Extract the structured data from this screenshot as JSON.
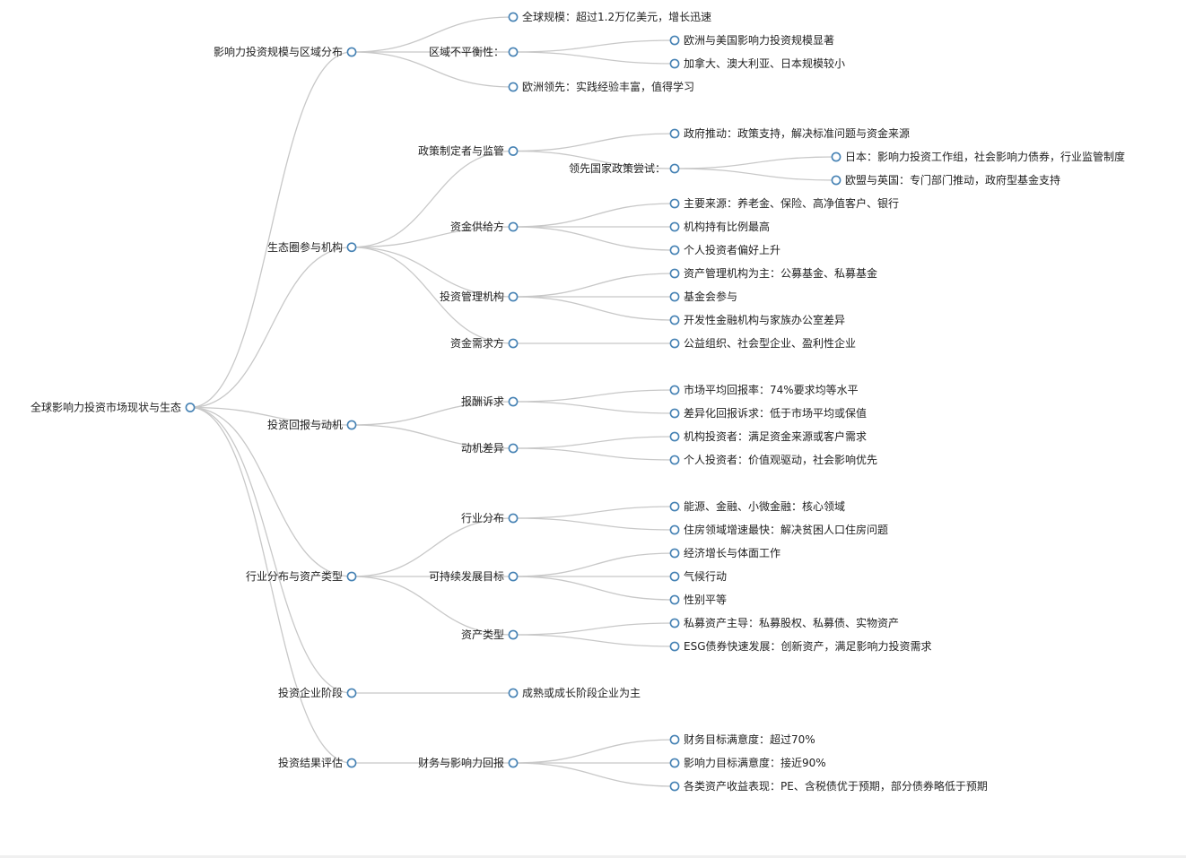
{
  "mindmap": {
    "root": {
      "label": "全球影响力投资市场现状与生态",
      "children": [
        {
          "label": "影响力投资规模与区域分布",
          "children": [
            {
              "label": "全球规模：超过1.2万亿美元，增长迅速"
            },
            {
              "label": "区域不平衡性：",
              "children": [
                {
                  "label": "欧洲与美国影响力投资规模显著"
                },
                {
                  "label": "加拿大、澳大利亚、日本规模较小"
                }
              ]
            },
            {
              "label": "欧洲领先：实践经验丰富，值得学习"
            }
          ]
        },
        {
          "label": "生态圈参与机构",
          "children": [
            {
              "label": "政策制定者与监管",
              "children": [
                {
                  "label": "政府推动：政策支持，解决标准问题与资金来源"
                },
                {
                  "label": "领先国家政策尝试：",
                  "children": [
                    {
                      "label": "日本：影响力投资工作组，社会影响力债券，行业监管制度"
                    },
                    {
                      "label": "欧盟与英国：专门部门推动，政府型基金支持"
                    }
                  ]
                }
              ]
            },
            {
              "label": "资金供给方",
              "children": [
                {
                  "label": "主要来源：养老金、保险、高净值客户、银行"
                },
                {
                  "label": "机构持有比例最高"
                },
                {
                  "label": "个人投资者偏好上升"
                }
              ]
            },
            {
              "label": "投资管理机构",
              "children": [
                {
                  "label": "资产管理机构为主：公募基金、私募基金"
                },
                {
                  "label": "基金会参与"
                },
                {
                  "label": "开发性金融机构与家族办公室差异"
                }
              ]
            },
            {
              "label": "资金需求方",
              "children": [
                {
                  "label": "公益组织、社会型企业、盈利性企业"
                }
              ]
            }
          ]
        },
        {
          "label": "投资回报与动机",
          "children": [
            {
              "label": "报酬诉求",
              "children": [
                {
                  "label": "市场平均回报率：74%要求均等水平"
                },
                {
                  "label": "差异化回报诉求：低于市场平均或保值"
                }
              ]
            },
            {
              "label": "动机差异",
              "children": [
                {
                  "label": "机构投资者：满足资金来源或客户需求"
                },
                {
                  "label": "个人投资者：价值观驱动，社会影响优先"
                }
              ]
            }
          ]
        },
        {
          "label": "行业分布与资产类型",
          "children": [
            {
              "label": "行业分布",
              "children": [
                {
                  "label": "能源、金融、小微金融：核心领域"
                },
                {
                  "label": "住房领域增速最快：解决贫困人口住房问题"
                }
              ]
            },
            {
              "label": "可持续发展目标",
              "children": [
                {
                  "label": "经济增长与体面工作"
                },
                {
                  "label": "气候行动"
                },
                {
                  "label": "性别平等"
                }
              ]
            },
            {
              "label": "资产类型",
              "children": [
                {
                  "label": "私募资产主导：私募股权、私募债、实物资产"
                },
                {
                  "label": "ESG债券快速发展：创新资产，满足影响力投资需求"
                }
              ]
            }
          ]
        },
        {
          "label": "投资企业阶段",
          "children": [
            {
              "label": "成熟或成长阶段企业为主"
            }
          ]
        },
        {
          "label": "投资结果评估",
          "children": [
            {
              "label": "财务与影响力回报",
              "children": [
                {
                  "label": "财务目标满意度：超过70%"
                },
                {
                  "label": "影响力目标满意度：接近90%"
                },
                {
                  "label": "各类资产收益表现：PE、含税债优于预期，部分债券略低于预期"
                }
              ]
            }
          ]
        }
      ]
    }
  }
}
